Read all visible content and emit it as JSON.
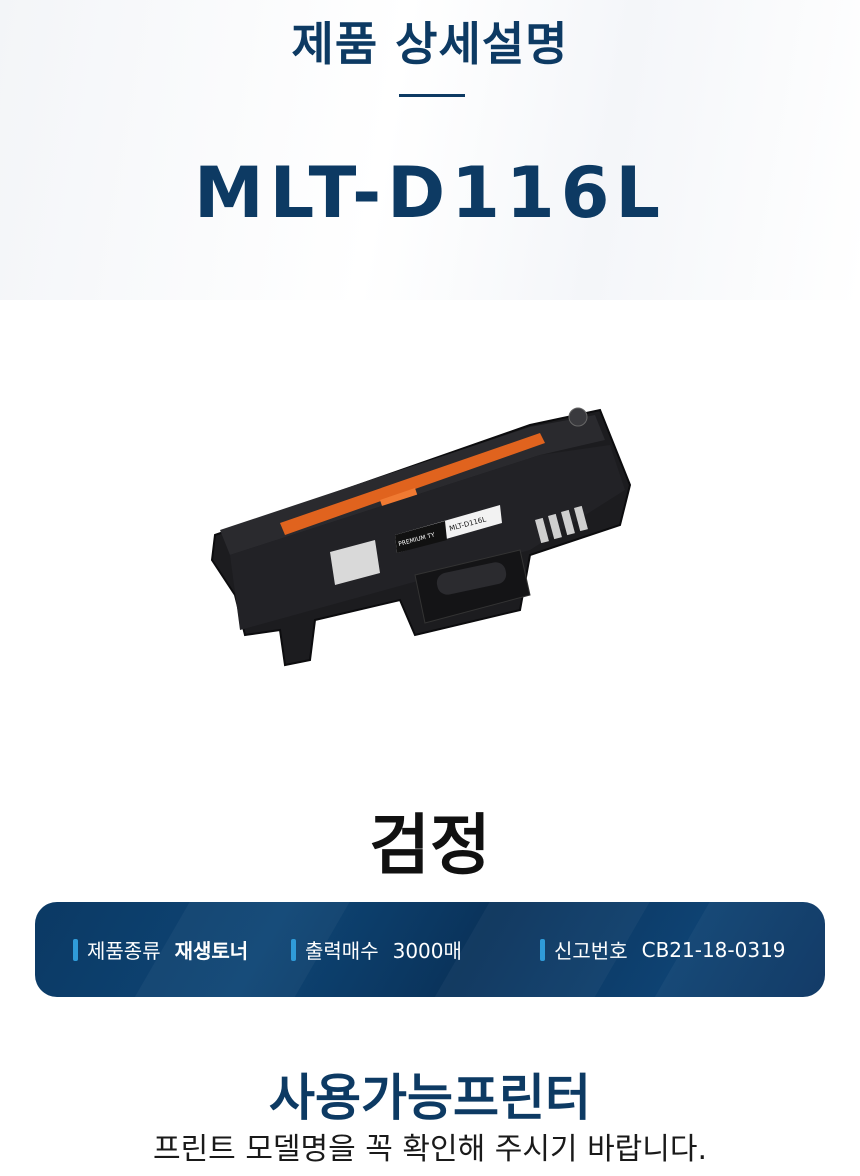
{
  "header": {
    "section_title": "제품 상세설명",
    "model_name": "MLT-D116L"
  },
  "product": {
    "image_alt": "toner-cartridge",
    "label_model": "MLT-D116L",
    "label_brand": "PREMIUM TY"
  },
  "color": {
    "label": "검정"
  },
  "specs": [
    {
      "label": "제품종류",
      "value": "재생토너"
    },
    {
      "label": "출력매수",
      "value": "3000매"
    },
    {
      "label": "신고번호",
      "value": "CB21-18-0319"
    }
  ],
  "printers": {
    "title": "사용가능프린터",
    "subtitle": "프린트 모델명을 꼭 확인해 주시기 바랍니다."
  },
  "colors": {
    "navy": "#0d3a63",
    "accent": "#2f9bd9",
    "orange_strip": "#e0631e"
  }
}
